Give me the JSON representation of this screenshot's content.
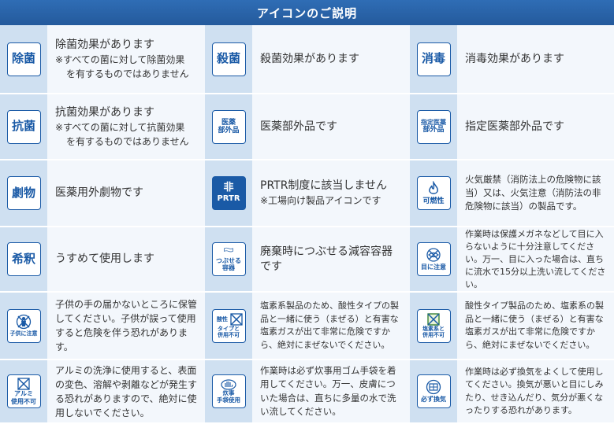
{
  "header": {
    "title": "アイコンのご説明"
  },
  "rows": [
    [
      {
        "icon": {
          "name": "antibacterial-icon",
          "lines": [
            "除菌"
          ],
          "size": "big"
        },
        "main": "除菌効果があります",
        "note1": "※すべての菌に対して除菌効果",
        "note2": "を有するものではありません"
      },
      {
        "icon": {
          "name": "sterilization-icon",
          "lines": [
            "殺菌"
          ],
          "size": "big"
        },
        "main": "殺菌効果があります"
      },
      {
        "icon": {
          "name": "disinfection-icon",
          "lines": [
            "消毒"
          ],
          "size": "big"
        },
        "main": "消毒効果があります"
      }
    ],
    [
      {
        "icon": {
          "name": "antimicrobial-icon",
          "lines": [
            "抗菌"
          ],
          "size": "big"
        },
        "main": "抗菌効果があります",
        "note1": "※すべての菌に対して抗菌効果",
        "note2": "を有するものではありません"
      },
      {
        "icon": {
          "name": "quasi-drug-icon",
          "lines": [
            "医薬",
            "部外品"
          ],
          "size": "small"
        },
        "main": "医薬部外品です"
      },
      {
        "icon": {
          "name": "designated-quasi-drug-icon",
          "lines": [
            "指定医薬",
            "部外品"
          ],
          "size": "tiny"
        },
        "main": "指定医薬部外品です"
      }
    ],
    [
      {
        "icon": {
          "name": "deleterious-substance-icon",
          "lines": [
            "劇物"
          ],
          "size": "big"
        },
        "main": "医薬用外劇物です"
      },
      {
        "icon": {
          "name": "non-prtr-icon",
          "lines": [
            "非",
            "PRTR"
          ],
          "size": "small"
        },
        "main": "PRTR制度に該当しません",
        "note1": "※工場向け製品アイコンです"
      },
      {
        "icon": {
          "name": "flammable-icon",
          "lines": [
            "可燃性"
          ],
          "size": "tiny"
        },
        "body": "火気厳禁（消防法上の危険物に該当）又は、火気注意（消防法の非危険物に該当）の製品です。"
      }
    ],
    [
      {
        "icon": {
          "name": "dilute-icon",
          "lines": [
            "希釈"
          ],
          "size": "big"
        },
        "main": "うすめて使用します"
      },
      {
        "icon": {
          "name": "crushable-container-icon",
          "lines": [
            "つぶせる",
            "容器"
          ],
          "size": "tiny"
        },
        "main": "廃棄時につぶせる減容容器",
        "main2": "です"
      },
      {
        "icon": {
          "name": "eye-caution-icon",
          "lines": [
            "目に注意"
          ],
          "size": "tiny"
        },
        "body": "作業時は保護メガネなどして目に入らないように十分注意してください。万一、目に入った場合は、直ちに流水で15分以上洗い流してください。"
      }
    ],
    [
      {
        "icon": {
          "name": "child-caution-icon",
          "lines": [
            "子供に注意"
          ],
          "size": "tiny"
        },
        "body": "子供の手の届かないところに保管してください。子供が誤って使用すると危険を伴う恐れがあります。"
      },
      {
        "icon": {
          "name": "no-mixing-acid-icon",
          "lines": [
            "酸性",
            "タイプと",
            "併用不可"
          ],
          "size": "tiny"
        },
        "body": "塩素系製品のため、酸性タイプの製品と一緒に使う（まぜる）と有害な塩素ガスが出て非常に危険ですから、絶対にまぜないでください。"
      },
      {
        "icon": {
          "name": "no-mixing-chlorine-icon",
          "lines": [
            "塩素系と",
            "併用不可"
          ],
          "size": "tiny"
        },
        "body": "酸性タイプ製品のため、塩素系の製品と一緒に使う（まぜる）と有害な塩素ガスが出て非常に危険ですから、絶対にまぜないでください。"
      }
    ],
    [
      {
        "icon": {
          "name": "no-aluminum-icon",
          "lines": [
            "アルミ",
            "使用不可"
          ],
          "size": "tiny"
        },
        "body": "アルミの洗浄に使用すると、表面の変色、溶解や剥離などが発生する恐れがありますので、絶対に使用しないでください。"
      },
      {
        "icon": {
          "name": "kitchen-gloves-icon",
          "lines": [
            "炊事",
            "手袋使用"
          ],
          "size": "tiny"
        },
        "body": "作業時は必ず炊事用ゴム手袋を着用してください。万一、皮膚についた場合は、直ちに多量の水で洗い流してください。"
      },
      {
        "icon": {
          "name": "ventilation-icon",
          "lines": [
            "必ず換気"
          ],
          "size": "tiny"
        },
        "body": "作業時は必ず換気をよくして使用してください。換気が悪いと目にしみたり、せき込んだり、気分が悪くなったりする恐れがあります。"
      }
    ]
  ]
}
